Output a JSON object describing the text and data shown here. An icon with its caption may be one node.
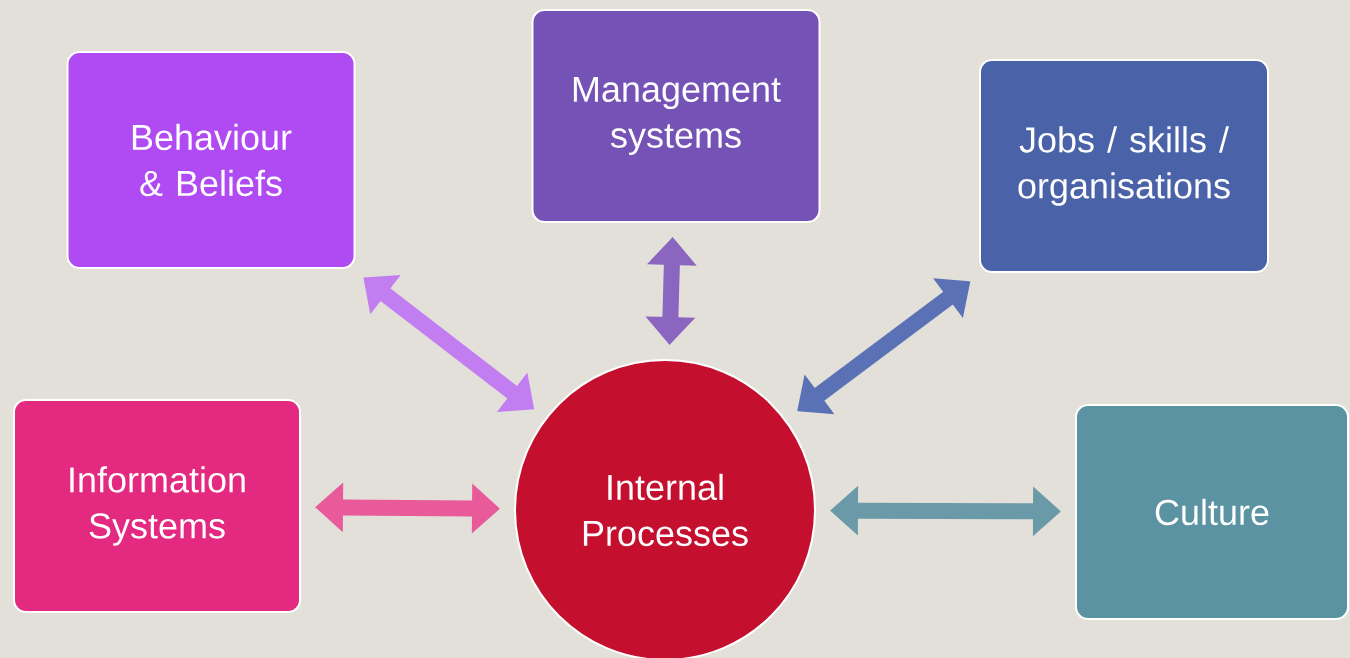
{
  "diagram": {
    "nodes": [
      {
        "text": [
          "Behaviour & Beliefs"
        ]
      },
      {
        "text": [
          "Management systems"
        ]
      },
      {
        "text": [
          "Jobs / skills / organisations"
        ]
      },
      {
        "text": [
          "Information Systems"
        ]
      },
      {
        "text": [
          "Internal Processes"
        ]
      },
      {
        "text": [
          "Culture"
        ]
      }
    ],
    "edges": [
      {
        "from": 4,
        "to": 0,
        "arrow": "both",
        "color": "#c27ef0"
      },
      {
        "from": 4,
        "to": 1,
        "arrow": "both",
        "color": "#8a66c0"
      },
      {
        "from": 4,
        "to": 2,
        "arrow": "both",
        "color": "#5a72b5"
      },
      {
        "from": 3,
        "to": 4,
        "arrow": "both",
        "color": "#e85a99"
      },
      {
        "from": 4,
        "to": 5,
        "arrow": "both",
        "color": "#6a9aa8"
      }
    ]
  }
}
